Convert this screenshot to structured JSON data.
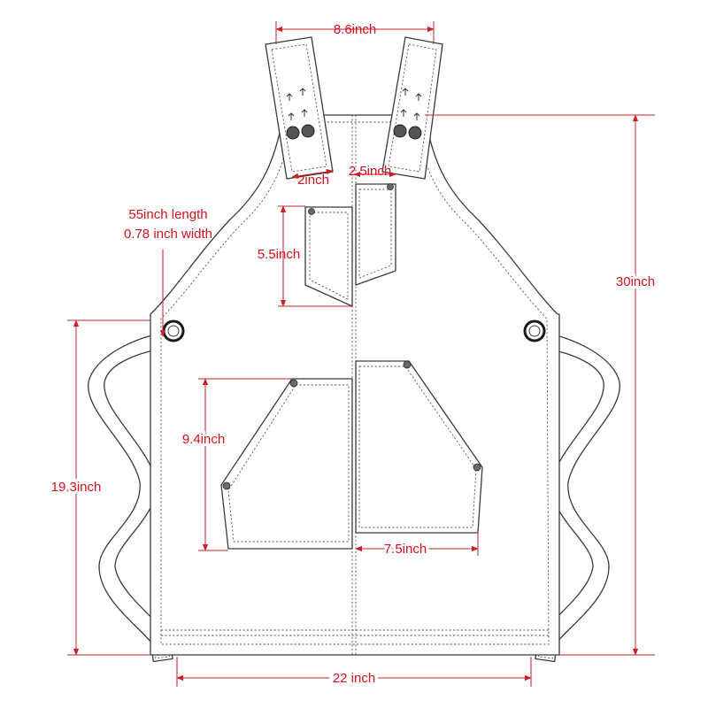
{
  "colors": {
    "dimension": "#d4111c",
    "outline": "#3a3a3a",
    "background": "#ffffff"
  },
  "dimensions": {
    "top_width": "8.6inch",
    "strap_width": "2inch",
    "chest_pocket_width": "2.5inch",
    "chest_pocket_height": "5.5inch",
    "total_length": "30inch",
    "tie_length": "55inch length",
    "tie_width": "0.78 inch width",
    "side_length": "19.3inch",
    "front_pocket_height": "9.4inch",
    "front_pocket_width": "7.5inch",
    "bottom_width": "22 inch"
  },
  "icons": {
    "grommet_left": "grommet-icon",
    "grommet_right": "grommet-icon",
    "snap_button": "snap-button-icon",
    "rivet": "rivet-icon"
  }
}
